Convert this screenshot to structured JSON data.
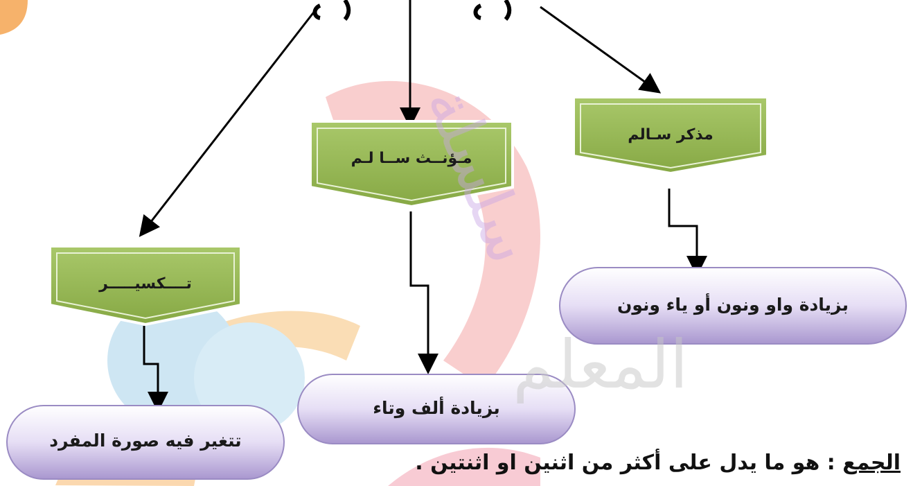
{
  "diagram": {
    "type_boxes": {
      "masculine": "مذكر سـالم",
      "feminine": "مـؤنــث ســا لـم",
      "broken": "تــــكسيـــــر"
    },
    "rule_boxes": {
      "masculine": "بزيادة واو ونون أو ياء ونون",
      "feminine": "بزيادة ألف وتاء",
      "broken": "تتغير فيه صورة المفرد"
    },
    "watermark": {
      "line1": "سلسلة",
      "line2": "المعلم"
    }
  },
  "definition": {
    "term": "الجمع",
    "separator": " : ",
    "text": "هو ما يدل على أكثر من اثنين او اثنتين ."
  },
  "colors": {
    "banner_green": "#9bbb59",
    "banner_border": "#ffffff",
    "pill_gradient_top": "#ffffff",
    "pill_gradient_bottom": "#b8a9d6",
    "arrow": "#000000"
  }
}
